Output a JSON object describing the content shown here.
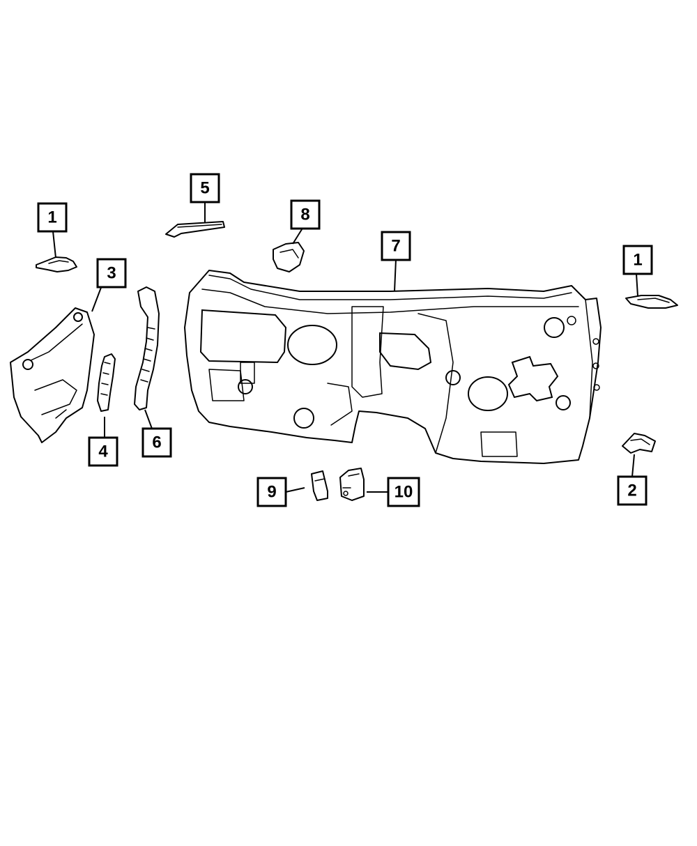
{
  "diagram": {
    "callouts": [
      {
        "id": "c1-left",
        "label": "1"
      },
      {
        "id": "c1-right",
        "label": "1"
      },
      {
        "id": "c2",
        "label": "2"
      },
      {
        "id": "c3",
        "label": "3"
      },
      {
        "id": "c4",
        "label": "4"
      },
      {
        "id": "c5",
        "label": "5"
      },
      {
        "id": "c6",
        "label": "6"
      },
      {
        "id": "c7",
        "label": "7"
      },
      {
        "id": "c8",
        "label": "8"
      },
      {
        "id": "c9",
        "label": "9"
      },
      {
        "id": "c10",
        "label": "10"
      }
    ],
    "colors": {
      "line": "#000000",
      "background": "#ffffff"
    }
  }
}
